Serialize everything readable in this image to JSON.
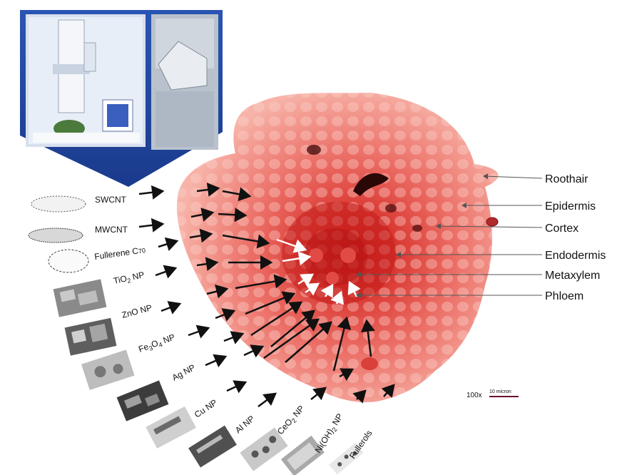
{
  "nanomaterials": [
    {
      "name": "SWCNT",
      "text": "SWCNT",
      "sub": ""
    },
    {
      "name": "MWCNT",
      "text": "MWCNT",
      "sub": ""
    },
    {
      "name": "Fullerene",
      "text": "Fullerene C",
      "sub": "70"
    },
    {
      "name": "TiO2",
      "text": "TiO",
      "sub": "2",
      "after": " NP"
    },
    {
      "name": "ZnO",
      "text": "ZnO NP",
      "sub": ""
    },
    {
      "name": "Fe3O4",
      "text": "Fe",
      "sub": "3",
      "mid": "O",
      "sub2": "4",
      "after": " NP"
    },
    {
      "name": "Ag",
      "text": "Ag NP",
      "sub": ""
    },
    {
      "name": "Cu",
      "text": "Cu NP",
      "sub": ""
    },
    {
      "name": "Al",
      "text": "Al NP",
      "sub": ""
    },
    {
      "name": "CeO2",
      "text": "CeO",
      "sub": "2",
      "after": " NP"
    },
    {
      "name": "NiOH2",
      "text": "Ni(OH)",
      "sub": "2",
      "after": " NP"
    },
    {
      "name": "Fullerols",
      "text": "Fullerols",
      "sub": ""
    }
  ],
  "tissues": [
    "Roothair",
    "Epidermis",
    "Cortex",
    "Endodermis",
    "Metaxylem",
    "Phloem"
  ],
  "scale_bar": {
    "magnification": "100x",
    "length": "10 micron"
  },
  "colors": {
    "panel": "#1a3a8c",
    "tissue": "#e25a54",
    "tissue_core": "#c9241e",
    "arrow": "#111111",
    "white_arrow": "#ffffff"
  }
}
